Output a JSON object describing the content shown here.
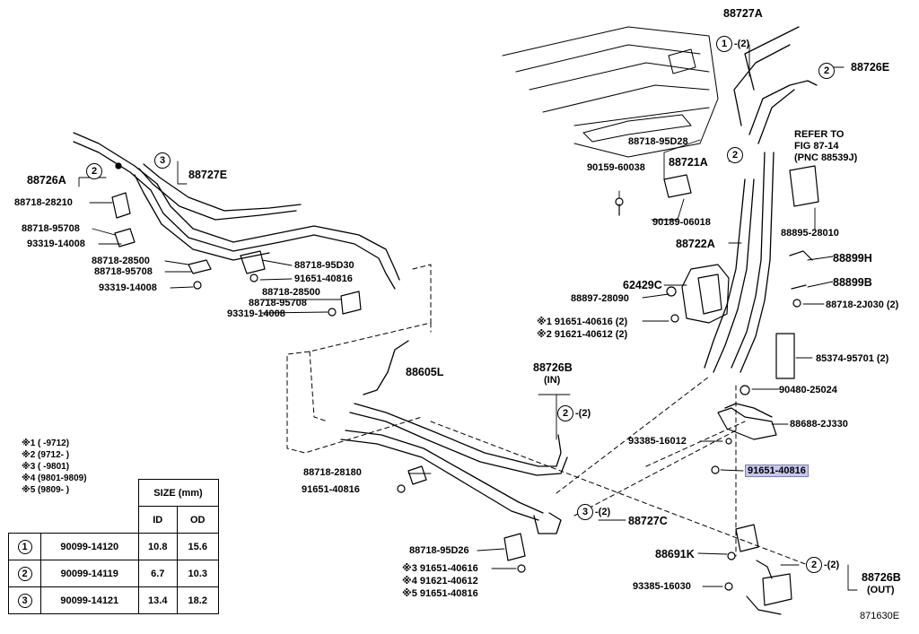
{
  "diagram_code": "871630E",
  "labels": {
    "p88727A": "88727A",
    "p88726E": "88726E",
    "p88727E": "88727E",
    "p88726A": "88726A",
    "p88718_28210": "88718-28210",
    "p88718_95708a": "88718-95708",
    "p93319_14008a": "93319-14008",
    "p88718_28500a": "88718-28500",
    "p88718_95708b": "88718-95708",
    "p93319_14008b": "93319-14008",
    "p88718_95D30": "88718-95D30",
    "p91651_40816a": "91651-40816",
    "p88718_28500b": "88718-28500",
    "p88718_95708c": "88718-95708",
    "p93319_14008c": "93319-14008",
    "p88718_95D28": "88718-95D28",
    "p90159_60038": "90159-60038",
    "p88721A": "88721A",
    "p90189_06018": "90189-06018",
    "refer1": "REFER TO",
    "refer2": "FIG 87-14",
    "refer3": "(PNC 88539J)",
    "p88895_28010": "88895-28010",
    "p88722A": "88722A",
    "p88899H": "88899H",
    "p88899B": "88899B",
    "p62429C": "62429C",
    "p88897_28090": "88897-28090",
    "p88718_2J030": "88718-2J030 (2)",
    "p91651_40616a": "91651-40616 (2)",
    "p91621_40612a": "91621-40612 (2)",
    "p85374_95701": "85374-95701 (2)",
    "p88605L": "88605L",
    "p88726B_top": "88726B",
    "in_label": "(IN)",
    "p90480_25024": "90480-25024",
    "p88688_2J330": "88688-2J330",
    "p93385_16012": "93385-16012",
    "p91651_40816b": "91651-40816",
    "p88718_28180": "88718-28180",
    "p91651_40816c": "91651-40816",
    "p88727C": "88727C",
    "p88718_95D26": "88718-95D26",
    "p91651_40616b": "91651-40616",
    "p91621_40612b": "91621-40612",
    "p91651_40816d": "91651-40816",
    "p88691K": "88691K",
    "p93385_16030": "93385-16030",
    "p88726B_bot": "88726B",
    "out_label": "(OUT)",
    "mark1": "※1",
    "mark2": "※2",
    "mark3": "※3",
    "mark4": "※4",
    "mark5": "※5"
  },
  "callouts": {
    "c1": "1",
    "c2": "2",
    "c3": "3",
    "qty2": "-(2)"
  },
  "legend": [
    "※1 (      -9712)",
    "※2 (9712-      )",
    "※3 (      -9801)",
    "※4 (9801-9809)",
    "※5 (9809-      )"
  ],
  "table": {
    "size_header": "SIZE (mm)",
    "id_header": "ID",
    "od_header": "OD",
    "rows": [
      {
        "num": "1",
        "part": "90099-14120",
        "id": "10.8",
        "od": "15.6"
      },
      {
        "num": "2",
        "part": "90099-14119",
        "id": "6.7",
        "od": "10.3"
      },
      {
        "num": "3",
        "part": "90099-14121",
        "id": "13.4",
        "od": "18.2"
      }
    ]
  }
}
